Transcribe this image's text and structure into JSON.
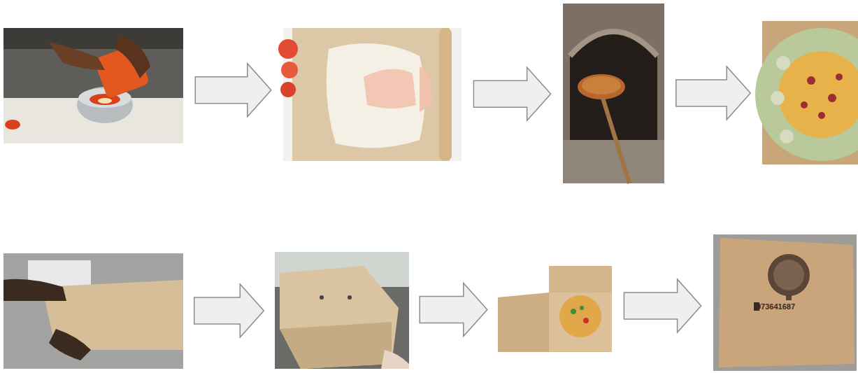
{
  "diagram": {
    "nodes": [
      {
        "text": []
      },
      {
        "text": []
      },
      {
        "text": []
      },
      {
        "text": []
      },
      {
        "text": []
      },
      {
        "text": []
      },
      {
        "text": []
      },
      {
        "text": [
          "973641687"
        ]
      }
    ],
    "edges": [
      {
        "from": 0,
        "to": 1,
        "arrow": "to"
      },
      {
        "from": 1,
        "to": 2,
        "arrow": "to"
      },
      {
        "from": 2,
        "to": 3,
        "arrow": "to"
      },
      {
        "from": 4,
        "to": 5,
        "arrow": "to"
      },
      {
        "from": 5,
        "to": 6,
        "arrow": "to"
      },
      {
        "from": 6,
        "to": 7,
        "arrow": "to"
      }
    ]
  }
}
